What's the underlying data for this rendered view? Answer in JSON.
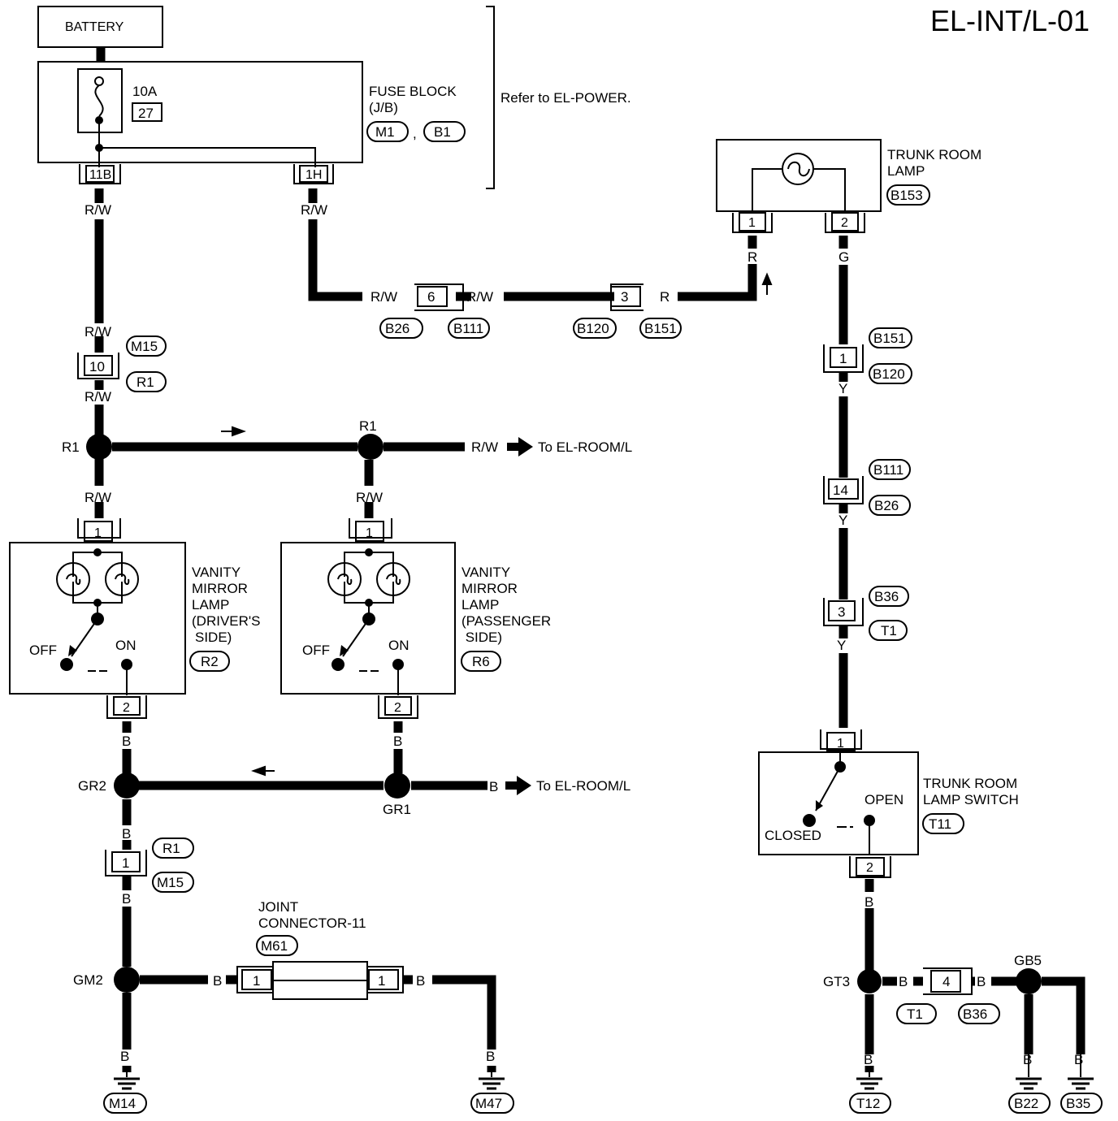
{
  "page_code": "EL-INT/L-01",
  "components": {
    "battery": "BATTERY",
    "fuse_block": [
      "FUSE BLOCK",
      "(J/B)"
    ],
    "fuse_rating": "10A",
    "fuse_number": "27",
    "fuse_block_connectors": [
      "M1",
      "B1"
    ],
    "refer_note": "Refer to EL-POWER.",
    "trunk_lamp": [
      "TRUNK ROOM",
      "LAMP"
    ],
    "trunk_lamp_connector": "B153",
    "vanity_driver": [
      "VANITY",
      "MIRROR",
      "LAMP",
      "(DRIVER'S",
      "SIDE)"
    ],
    "vanity_driver_connector": "R2",
    "vanity_passenger": [
      "VANITY",
      "MIRROR",
      "LAMP",
      "(PASSENGER",
      " SIDE)"
    ],
    "vanity_passenger_connector": "R6",
    "trunk_switch": [
      "TRUNK ROOM",
      "LAMP SWITCH"
    ],
    "trunk_switch_connector": "T11",
    "joint_connector": [
      "JOINT",
      "CONNECTOR-11"
    ],
    "joint_connector_id": "M61"
  },
  "switch_labels": {
    "off": "OFF",
    "on": "ON",
    "closed": "CLOSED",
    "open": "OPEN"
  },
  "wire_colors": {
    "rw": "R/W",
    "r": "R",
    "g": "G",
    "y": "Y",
    "b": "B"
  },
  "terminals": {
    "fb_11b": "11B",
    "fb_1h": "1H",
    "t6": "6",
    "t3_top": "3",
    "m15_10": "10",
    "lamp_1": "1",
    "lamp_2": "2",
    "b151_1": "1",
    "b111_14": "14",
    "b36_3": "3",
    "vd_1": "1",
    "vd_2": "2",
    "vp_1": "1",
    "vp_2": "2",
    "m15_1": "1",
    "j_left": "1",
    "j_right": "1",
    "sw_1": "1",
    "sw_2": "2",
    "t1_4": "4"
  },
  "connector_ids": {
    "b26_top": "B26",
    "b111_top": "B111",
    "b120_top": "B120",
    "b151_top": "B151",
    "m15_top": "M15",
    "r1_top": "R1",
    "b151_right": "B151",
    "b120_right": "B120",
    "b111_right": "B111",
    "b26_right": "B26",
    "b36_right": "B36",
    "t1_right": "T1",
    "r1_bottom": "R1",
    "m15_bottom": "M15",
    "t1_bottom": "T1",
    "b36_bottom": "B36"
  },
  "junctions": {
    "r1_left": "R1",
    "r1_mid": "R1",
    "gr2": "GR2",
    "gr1": "GR1",
    "gm2": "GM2",
    "gt3": "GT3",
    "gb5": "GB5"
  },
  "destinations": {
    "room_rw": "To EL-ROOM/L",
    "room_b": "To EL-ROOM/L"
  },
  "grounds": [
    "M14",
    "M47",
    "T12",
    "B22",
    "B35"
  ]
}
